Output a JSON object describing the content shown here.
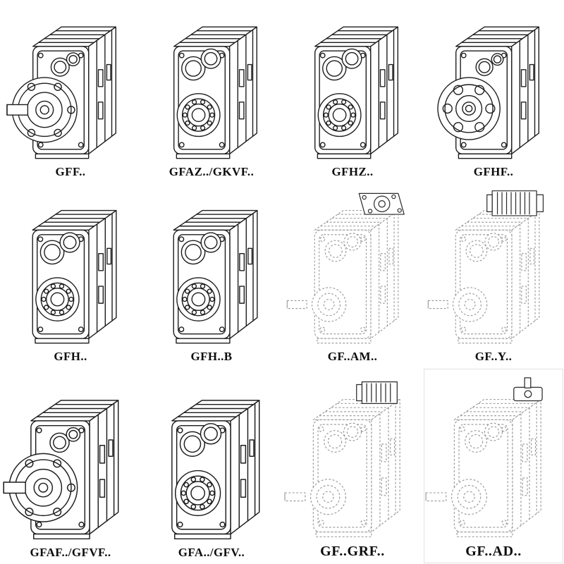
{
  "page": {
    "background": "#ffffff",
    "line_color": "#1c1c1c",
    "dashed_line_color": "#949494",
    "description": "Catalog sheet of parallel-shaft helical gear unit variants, 4 x 3 grid of isometric line drawings with model codes"
  },
  "cells": [
    {
      "label": "GFF..",
      "line_style": "solid",
      "drawing": "flange-mounted-gearbox-with-output-shaft"
    },
    {
      "label": "GFAZ../GKVF..",
      "line_style": "solid",
      "drawing": "hollow-shaft-gearbox-front-bores"
    },
    {
      "label": "GFHZ..",
      "line_style": "solid",
      "drawing": "hollow-shaft-gearbox-front-bores"
    },
    {
      "label": "GFHF..",
      "line_style": "solid",
      "drawing": "flange-mounted-hollow-shaft-gearbox"
    },
    {
      "label": "GFH..",
      "line_style": "solid",
      "drawing": "hollow-shaft-gearbox-front-bores"
    },
    {
      "label": "GFH..B",
      "line_style": "solid",
      "drawing": "hollow-shaft-gearbox-with-base"
    },
    {
      "label": "GF..AM..",
      "line_style": "dashed",
      "drawing": "gearbox-with-input-flange-adapter"
    },
    {
      "label": "GF..Y..",
      "line_style": "dashed",
      "drawing": "gearbox-with-mounted-motor"
    },
    {
      "label": "GFAF../GFVF..",
      "line_style": "solid",
      "drawing": "flange-mounted-gearbox-with-output-shaft"
    },
    {
      "label": "GFA../GFV..",
      "line_style": "solid",
      "drawing": "hollow-shaft-gearbox-front-bores"
    },
    {
      "label": "GF..GRF..",
      "line_style": "dashed",
      "drawing": "gearbox-with-finned-adapter"
    },
    {
      "label": "GF..AD..",
      "line_style": "dashed",
      "drawing": "gearbox-with-input-shaft-adapter"
    }
  ]
}
